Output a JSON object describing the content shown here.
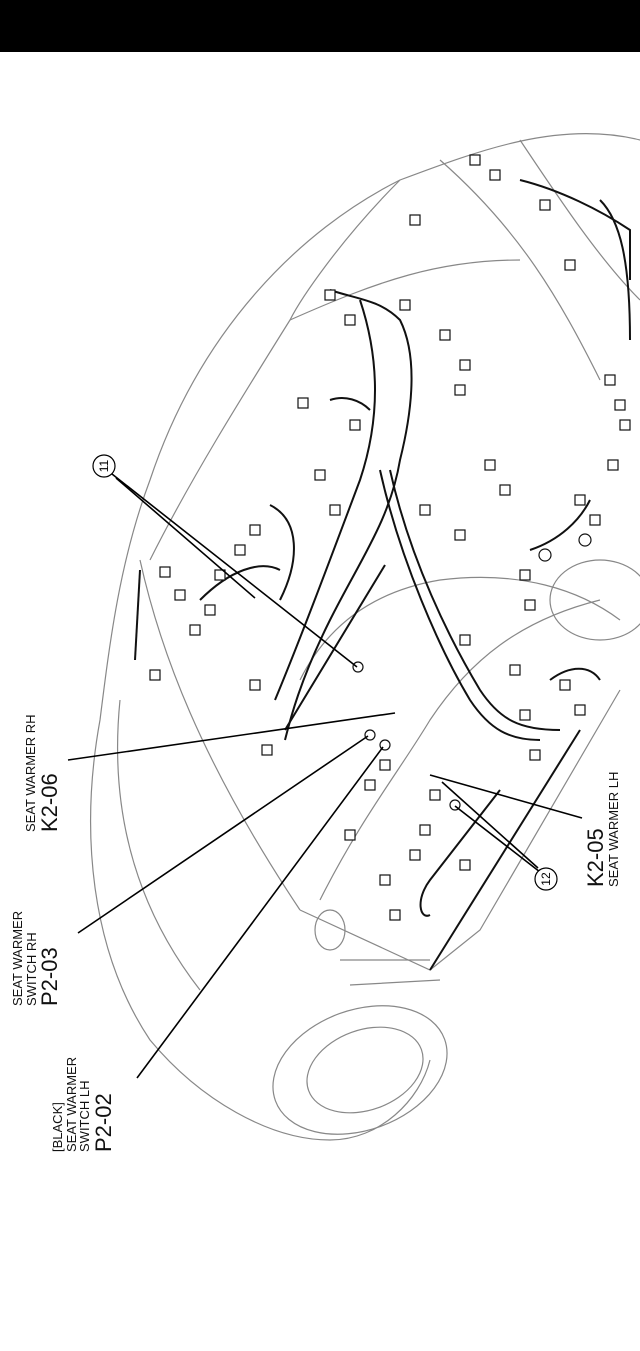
{
  "callouts": [
    "11",
    "12"
  ],
  "labels": {
    "k2_06": {
      "name": "SEAT WARMER RH",
      "code": "K2-06"
    },
    "p2_03": {
      "line1": "SEAT WARMER",
      "line2": "SWITCH RH",
      "code": "P2-03"
    },
    "p2_02": {
      "line0": "[BLACK]",
      "line1": "SEAT WARMER",
      "line2": "SWITCH LH",
      "code": "P2-02"
    },
    "k2_05": {
      "code": "K2-05",
      "name": "SEAT WARMER LH"
    }
  }
}
